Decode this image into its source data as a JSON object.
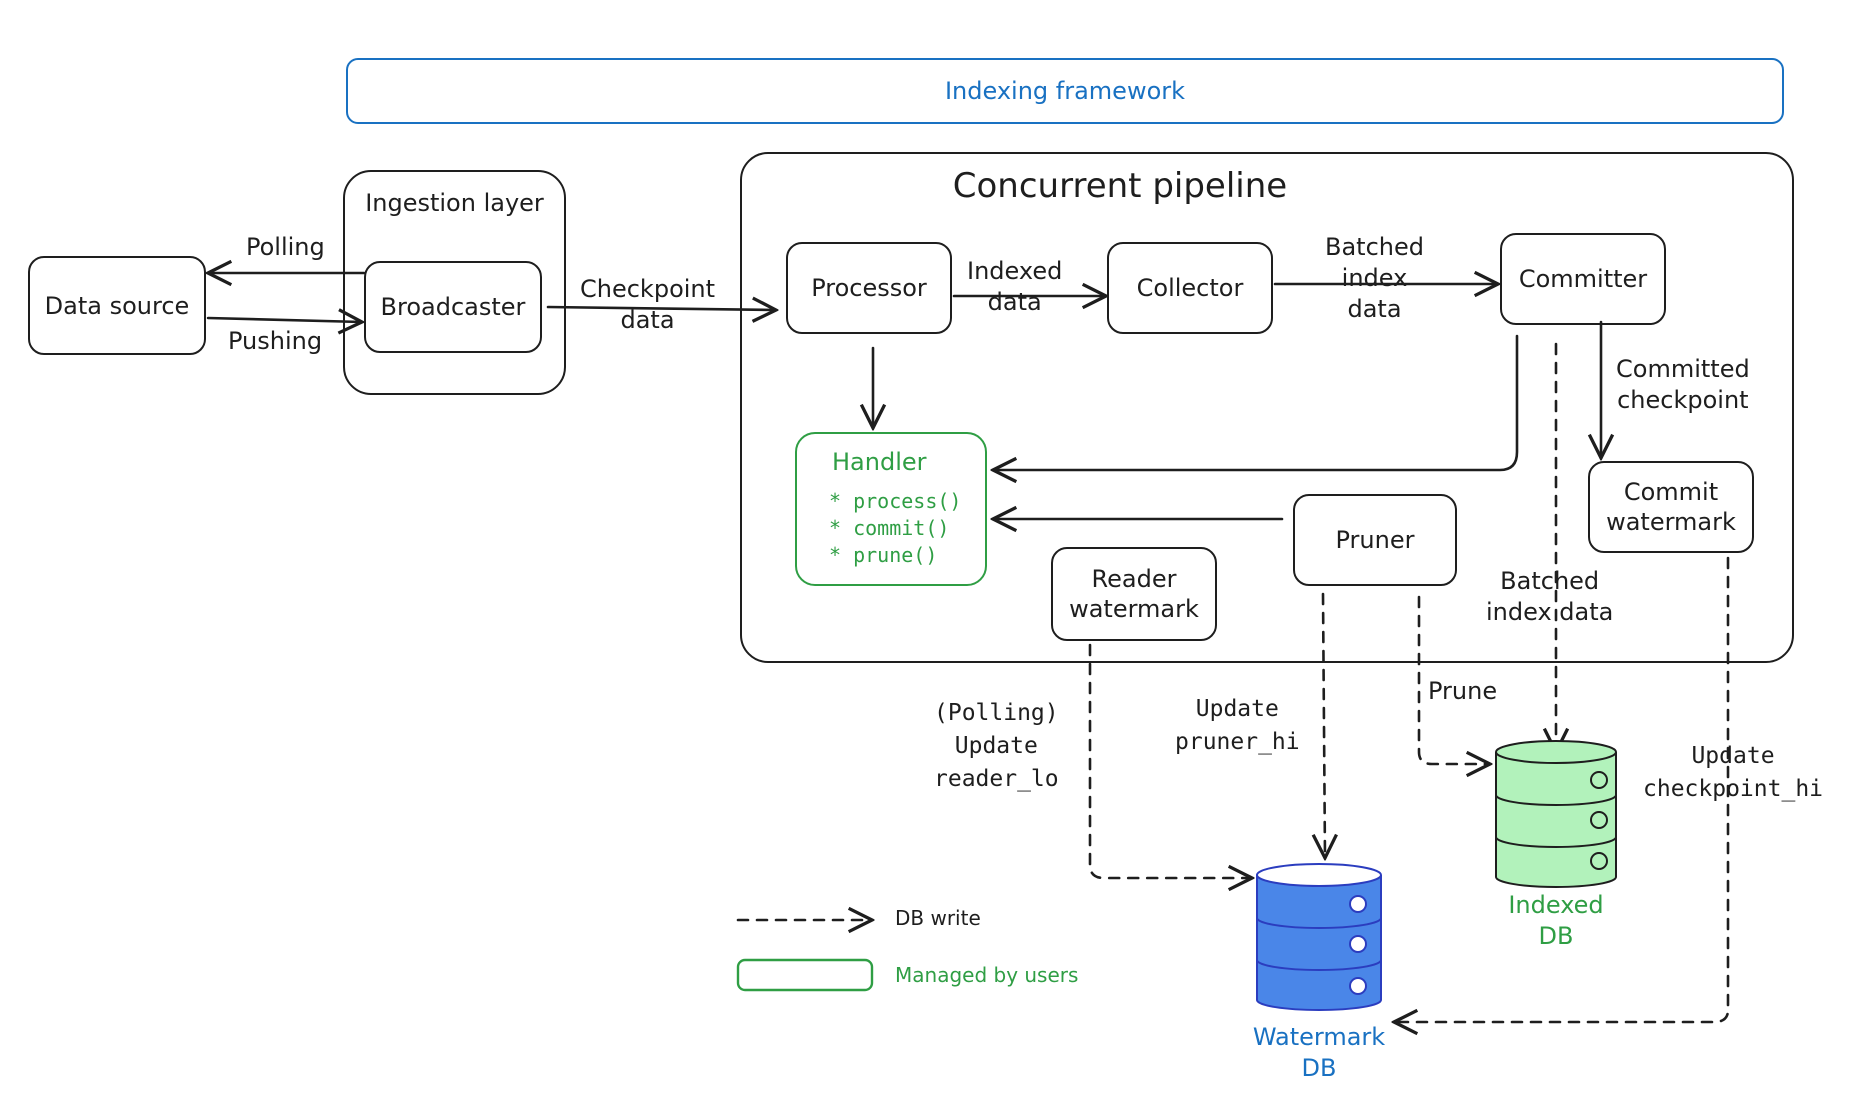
{
  "framework": {
    "label": "Indexing framework"
  },
  "ingestion": {
    "title": "Ingestion layer",
    "broadcaster": "Broadcaster"
  },
  "data_source": "Data source",
  "edges": {
    "polling": "Polling",
    "pushing": "Pushing",
    "checkpoint_data": "Checkpoint\ndata",
    "indexed_data": "Indexed\ndata",
    "batched_index_data_1": "Batched\nindex\ndata",
    "committed_checkpoint": "Committed\ncheckpoint",
    "batched_index_data_2": "Batched\nindex data",
    "prune": "Prune",
    "update_reader_lo": "(Polling)\nUpdate\nreader_lo",
    "update_pruner_hi": "Update\npruner_hi",
    "update_checkpoint_hi": "Update\ncheckpoint_hi"
  },
  "pipeline": {
    "title": "Concurrent pipeline",
    "processor": "Processor",
    "collector": "Collector",
    "committer": "Committer",
    "commit_watermark": "Commit\nwatermark",
    "pruner": "Pruner",
    "reader_watermark": "Reader\nwatermark",
    "handler": {
      "title": "Handler",
      "methods": "* process()\n* commit()\n* prune()"
    }
  },
  "databases": {
    "indexed": "Indexed\nDB",
    "watermark": "Watermark\nDB"
  },
  "legend": {
    "db_write": "DB write",
    "managed": "Managed by users"
  },
  "colors": {
    "ink": "#1e1e1e",
    "green": "#2f9e44",
    "green_fill": "#b2f2bb",
    "blue": "#1971c2",
    "blue_fill": "#4a86e8"
  }
}
